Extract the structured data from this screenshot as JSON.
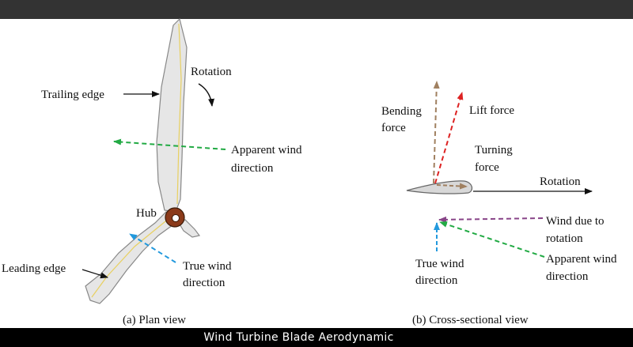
{
  "footer": {
    "title": "Wind Turbine Blade Aerodynamic"
  },
  "plan_view": {
    "caption": "(a) Plan view",
    "labels": {
      "trailing_edge": "Trailing edge",
      "rotation": "Rotation",
      "apparent_wind_1": "Apparent wind",
      "apparent_wind_2": "direction",
      "hub": "Hub",
      "leading_edge": "Leading edge",
      "true_wind_1": "True wind",
      "true_wind_2": "direction"
    }
  },
  "section_view": {
    "caption": "(b) Cross-sectional view",
    "labels": {
      "bending_1": "Bending",
      "bending_2": "force",
      "lift": "Lift force",
      "turning_1": "Turning",
      "turning_2": "force",
      "rotation": "Rotation",
      "wind_rotation_1": "Wind due to",
      "wind_rotation_2": "rotation",
      "true_wind_1": "True wind",
      "true_wind_2": "direction",
      "apparent_wind_1": "Apparent wind",
      "apparent_wind_2": "direction"
    }
  },
  "colors": {
    "apparent_wind": "#22aa44",
    "true_wind": "#2299dd",
    "lift": "#dd2222",
    "bending": "#a08060",
    "wind_rotation": "#884488",
    "hub": "#8b3a1a",
    "blade_fill": "#e6e6e6"
  }
}
